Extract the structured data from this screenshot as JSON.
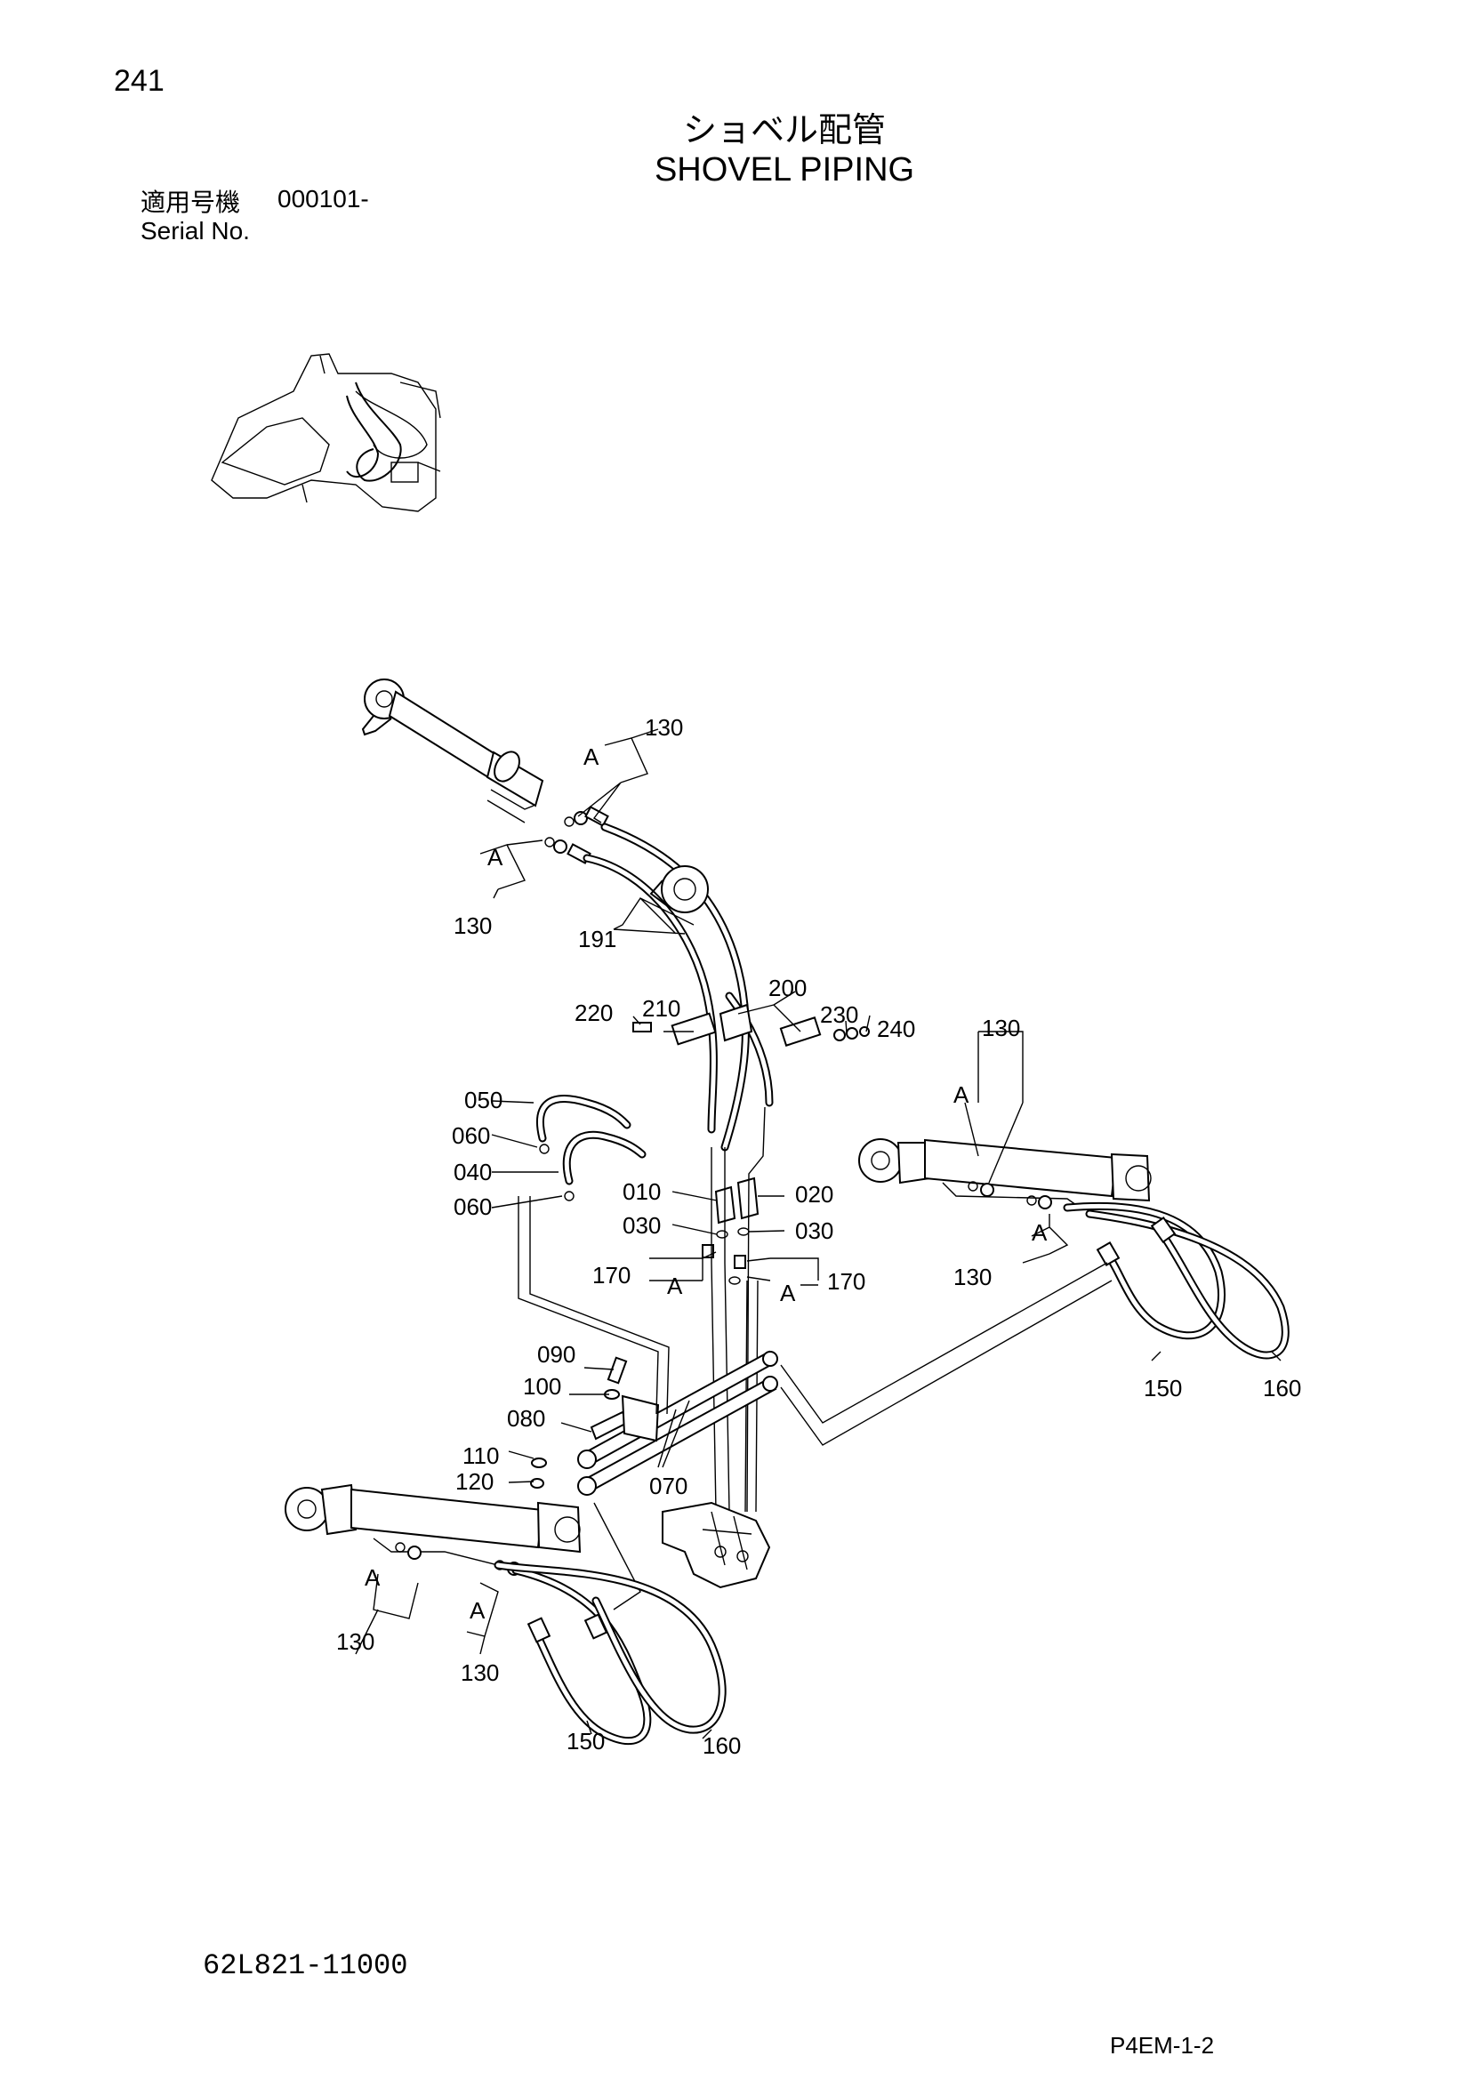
{
  "header": {
    "page_number": "241",
    "title_jp": "ショベル配管",
    "title_en": "SHOVEL PIPING",
    "serial_label_jp": "適用号機",
    "serial_value": "000101-",
    "serial_label_en": "Serial No."
  },
  "footer": {
    "drawing_number": "62L821-11000",
    "page_code": "P4EM-1-2"
  },
  "callouts": {
    "c130_top": "130",
    "a_top": "A",
    "c130_left": "130",
    "a_left": "A",
    "c191": "191",
    "c200": "200",
    "c210": "210",
    "c220": "220",
    "c230": "230",
    "c240": "240",
    "c130_right": "130",
    "a_right": "A",
    "c050": "050",
    "c060_a": "060",
    "c040": "040",
    "c060_b": "060",
    "c010": "010",
    "c020": "020",
    "c030_a": "030",
    "c030_b": "030",
    "c170_a": "170",
    "a_170_a": "A",
    "c170_b": "170",
    "a_170_b": "A",
    "c130_right_low": "130",
    "a_right_low": "A",
    "c150_right": "150",
    "c160_right": "160",
    "c090": "090",
    "c100": "100",
    "c080": "080",
    "c110": "110",
    "c120": "120",
    "c070": "070",
    "c130_bl1": "130",
    "a_bl1": "A",
    "c130_bl2": "130",
    "a_bl2": "A",
    "c150_bottom": "150",
    "c160_bottom": "160"
  },
  "icons": {
    "locator": "machine-locator-thumbnail-icon"
  }
}
